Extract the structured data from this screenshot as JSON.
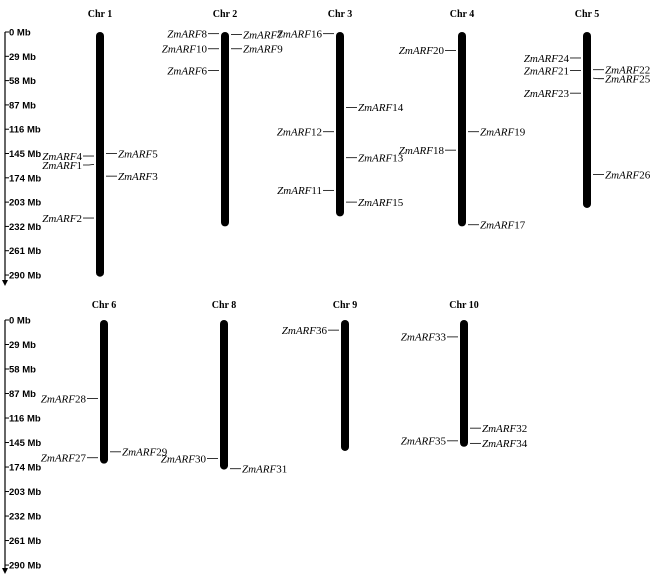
{
  "scale": {
    "unit": "Mb",
    "ticks": [
      {
        "value": 0,
        "label": "0 Mb"
      },
      {
        "value": 29,
        "label": "29 Mb"
      },
      {
        "value": 58,
        "label": "58 Mb"
      },
      {
        "value": 87,
        "label": "87 Mb"
      },
      {
        "value": 116,
        "label": "116 Mb"
      },
      {
        "value": 145,
        "label": "145 Mb"
      },
      {
        "value": 174,
        "label": "174 Mb"
      },
      {
        "value": 203,
        "label": "203 Mb"
      },
      {
        "value": 232,
        "label": "232 Mb"
      },
      {
        "value": 261,
        "label": "261 Mb"
      },
      {
        "value": 290,
        "label": "290 Mb"
      }
    ]
  },
  "panels": [
    {
      "chromosomes": [
        {
          "name": "Chr 1",
          "length": 292,
          "genes": [
            {
              "prefix": "ZmARF",
              "num": "4",
              "pos": 148,
              "side": "left"
            },
            {
              "prefix": "ZmARF",
              "num": "5",
              "pos": 145,
              "side": "right"
            },
            {
              "prefix": "ZmARF",
              "num": "1",
              "pos": 158,
              "side": "left"
            },
            {
              "prefix": "ZmARF",
              "num": "3",
              "pos": 172,
              "side": "right"
            },
            {
              "prefix": "ZmARF",
              "num": "2",
              "pos": 222,
              "side": "left"
            }
          ]
        },
        {
          "name": "Chr 2",
          "length": 232,
          "genes": [
            {
              "prefix": "ZmARF",
              "num": "8",
              "pos": 2,
              "side": "left"
            },
            {
              "prefix": "ZmARF",
              "num": "7",
              "pos": 3,
              "side": "right"
            },
            {
              "prefix": "ZmARF",
              "num": "10",
              "pos": 20,
              "side": "left"
            },
            {
              "prefix": "ZmARF",
              "num": "9",
              "pos": 20,
              "side": "right"
            },
            {
              "prefix": "ZmARF",
              "num": "6",
              "pos": 46,
              "side": "left"
            }
          ]
        },
        {
          "name": "Chr 3",
          "length": 220,
          "genes": [
            {
              "prefix": "ZmARF",
              "num": "16",
              "pos": 2,
              "side": "left"
            },
            {
              "prefix": "ZmARF",
              "num": "14",
              "pos": 90,
              "side": "right"
            },
            {
              "prefix": "ZmARF",
              "num": "12",
              "pos": 119,
              "side": "left"
            },
            {
              "prefix": "ZmARF",
              "num": "13",
              "pos": 150,
              "side": "right"
            },
            {
              "prefix": "ZmARF",
              "num": "11",
              "pos": 189,
              "side": "left"
            },
            {
              "prefix": "ZmARF",
              "num": "15",
              "pos": 203,
              "side": "right"
            }
          ]
        },
        {
          "name": "Chr 4",
          "length": 232,
          "genes": [
            {
              "prefix": "ZmARF",
              "num": "20",
              "pos": 22,
              "side": "left"
            },
            {
              "prefix": "ZmARF",
              "num": "19",
              "pos": 119,
              "side": "right"
            },
            {
              "prefix": "ZmARF",
              "num": "18",
              "pos": 141,
              "side": "left"
            },
            {
              "prefix": "ZmARF",
              "num": "17",
              "pos": 230,
              "side": "right"
            }
          ]
        },
        {
          "name": "Chr 5",
          "length": 210,
          "genes": [
            {
              "prefix": "ZmARF",
              "num": "24",
              "pos": 31,
              "side": "left"
            },
            {
              "prefix": "ZmARF",
              "num": "22",
              "pos": 45,
              "side": "right"
            },
            {
              "prefix": "ZmARF",
              "num": "21",
              "pos": 46,
              "side": "left"
            },
            {
              "prefix": "ZmARF",
              "num": "25",
              "pos": 55,
              "side": "right"
            },
            {
              "prefix": "ZmARF",
              "num": "23",
              "pos": 73,
              "side": "left"
            },
            {
              "prefix": "ZmARF",
              "num": "26",
              "pos": 170,
              "side": "right"
            }
          ]
        }
      ]
    },
    {
      "chromosomes": [
        {
          "name": "Chr 6",
          "length": 170,
          "genes": [
            {
              "prefix": "ZmARF",
              "num": "28",
              "pos": 93,
              "side": "left"
            },
            {
              "prefix": "ZmARF",
              "num": "29",
              "pos": 156,
              "side": "right"
            },
            {
              "prefix": "ZmARF",
              "num": "27",
              "pos": 163,
              "side": "left"
            }
          ]
        },
        {
          "name": "Chr 8",
          "length": 177,
          "genes": [
            {
              "prefix": "ZmARF",
              "num": "30",
              "pos": 164,
              "side": "left"
            },
            {
              "prefix": "ZmARF",
              "num": "31",
              "pos": 176,
              "side": "right"
            }
          ]
        },
        {
          "name": "Chr 9",
          "length": 155,
          "genes": [
            {
              "prefix": "ZmARF",
              "num": "36",
              "pos": 12,
              "side": "left"
            }
          ]
        },
        {
          "name": "Chr 10",
          "length": 150,
          "genes": [
            {
              "prefix": "ZmARF",
              "num": "33",
              "pos": 20,
              "side": "left"
            },
            {
              "prefix": "ZmARF",
              "num": "32",
              "pos": 128,
              "side": "right"
            },
            {
              "prefix": "ZmARF",
              "num": "35",
              "pos": 143,
              "side": "left"
            },
            {
              "prefix": "ZmARF",
              "num": "34",
              "pos": 146,
              "side": "right"
            }
          ]
        }
      ]
    }
  ]
}
